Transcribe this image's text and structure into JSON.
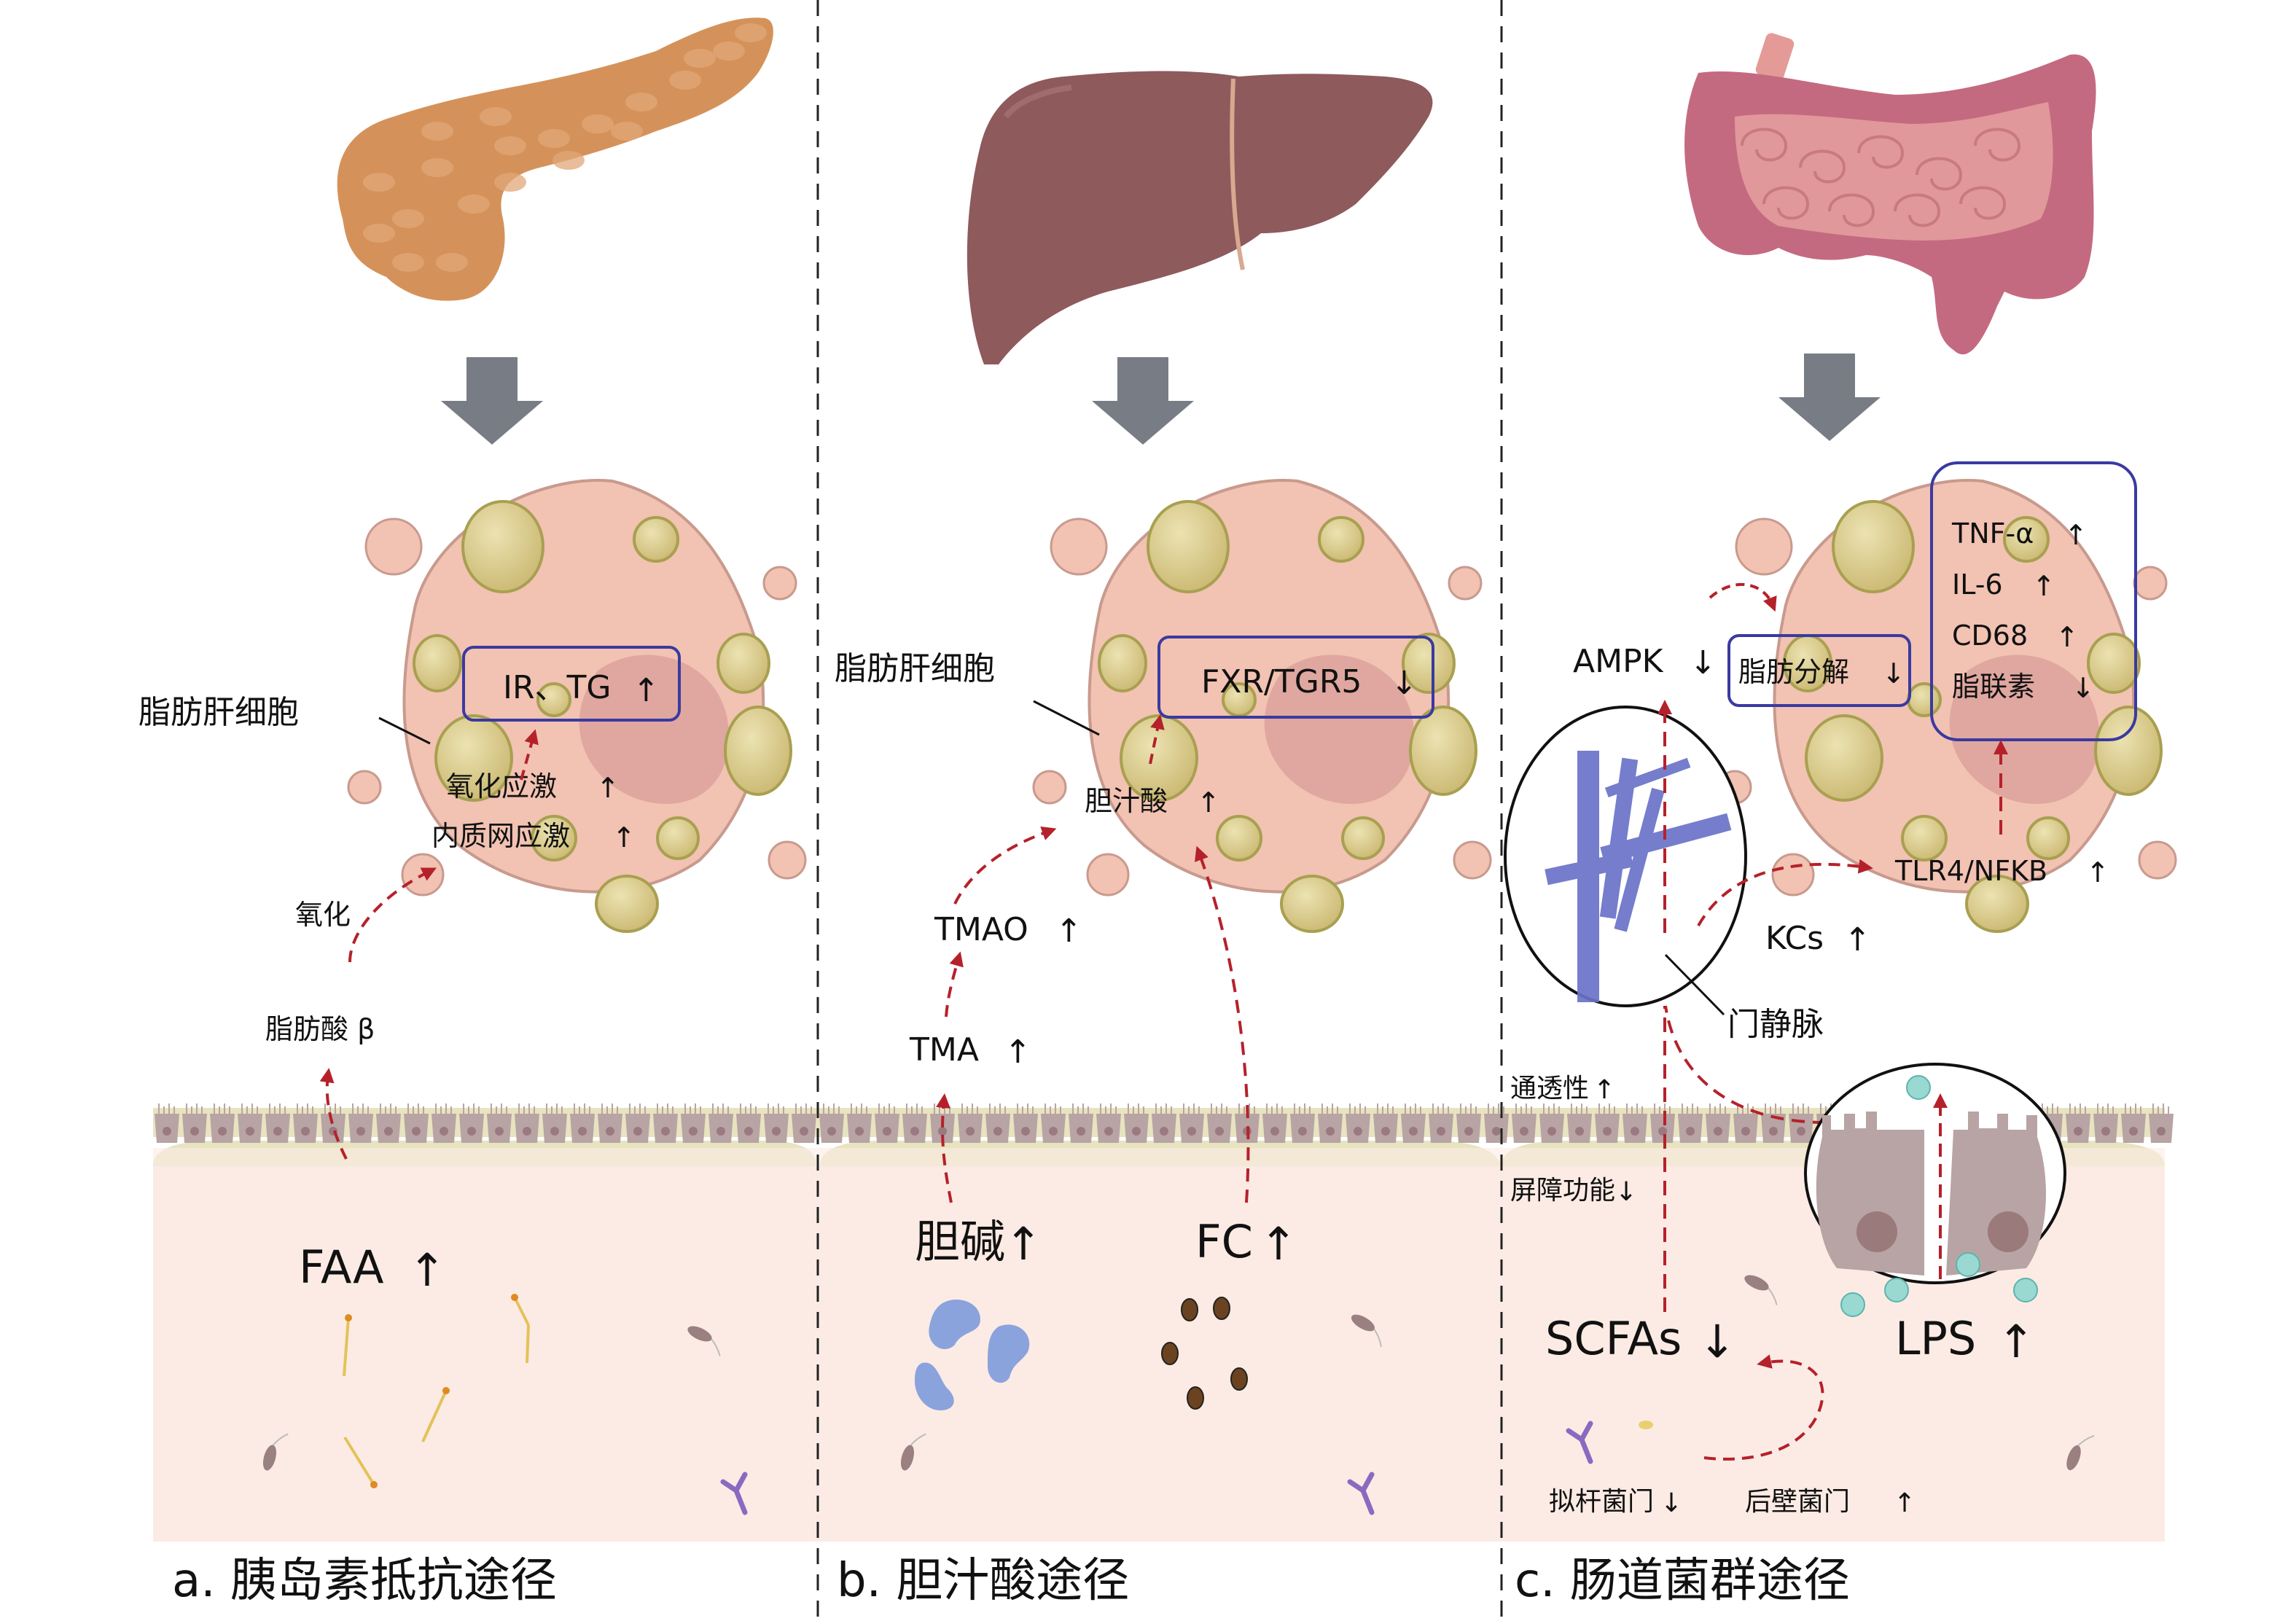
{
  "colors": {
    "pancreas": "#d4925a",
    "liver": "#8e5a5c",
    "intestine_large": "#c46a80",
    "intestine_small": "#e0989a",
    "hepatocyte": "#f2c2b2",
    "hepatocyte_border": "#c89a8e",
    "nucleus": "#d9a09a",
    "lipid_droplet": "#d8c88a",
    "lipid_border": "#a8a050",
    "epithelium": "#b8a4a4",
    "lamina": "#e8e3c0",
    "lumen": "#fcebe4",
    "gray_arrow": "#787c84",
    "red_dashed": "#b5212b",
    "box_blue": "#3a3aa0",
    "portal_vein": "#6a72c8",
    "lps_particle": "#9ad8d2"
  },
  "panels": [
    {
      "id": "a",
      "caption": "a. 胰岛素抵抗途径",
      "organ": "pancreas",
      "cell_label": "脂肪肝细胞",
      "box_items": [
        "IR、TG"
      ],
      "box_arrow": "up",
      "stress_labels": [
        {
          "text": "氧化应激",
          "arrow": "up"
        },
        {
          "text": "内质网应激",
          "arrow": "up"
        }
      ],
      "pathway_labels": [
        {
          "text": "氧化"
        },
        {
          "text": "脂肪酸 β"
        }
      ],
      "lumen_label": {
        "text": "FAA",
        "arrow": "up"
      }
    },
    {
      "id": "b",
      "caption": "b. 胆汁酸途径",
      "organ": "liver",
      "cell_label": "脂肪肝细胞",
      "box_items": [
        "FXR/TGR5"
      ],
      "box_arrow": "down",
      "cell_inner_label": {
        "text": "胆汁酸",
        "arrow": "up"
      },
      "pathway_labels": [
        {
          "text": "TMAO",
          "arrow": "up"
        },
        {
          "text": "TMA",
          "arrow": "up"
        }
      ],
      "lumen_labels": [
        {
          "text": "胆碱",
          "arrow": "up"
        },
        {
          "text": "FC",
          "arrow": "up"
        }
      ]
    },
    {
      "id": "c",
      "caption": "c. 肠道菌群途径",
      "organ": "intestine",
      "ampk": {
        "text": "AMPK",
        "arrow": "down"
      },
      "lipolysis_box": {
        "text": "脂肪分解",
        "arrow": "down"
      },
      "inflammation_box": [
        {
          "text": "TNF-α",
          "arrow": "up"
        },
        {
          "text": "IL-6",
          "arrow": "up"
        },
        {
          "text": "CD68",
          "arrow": "up"
        },
        {
          "text": "脂联素",
          "arrow": "down"
        }
      ],
      "tlr4": {
        "text": "TLR4/NFKB",
        "arrow": "up"
      },
      "kcs": {
        "text": "KCs",
        "arrow": "up"
      },
      "portal_vein_label": "门静脉",
      "permeability": {
        "text": "通透性",
        "arrow": "up"
      },
      "barrier": {
        "text": "屏障功能",
        "arrow": "down"
      },
      "scfas": {
        "text": "SCFAs",
        "arrow": "down"
      },
      "lps": {
        "text": "LPS",
        "arrow": "up"
      },
      "bacteroidetes": {
        "text": "拟杆菌门",
        "arrow": "down"
      },
      "firmicutes": {
        "text": "后壁菌门",
        "arrow": "up"
      }
    }
  ],
  "arrow_glyphs": {
    "up": "↑",
    "down": "↓"
  }
}
